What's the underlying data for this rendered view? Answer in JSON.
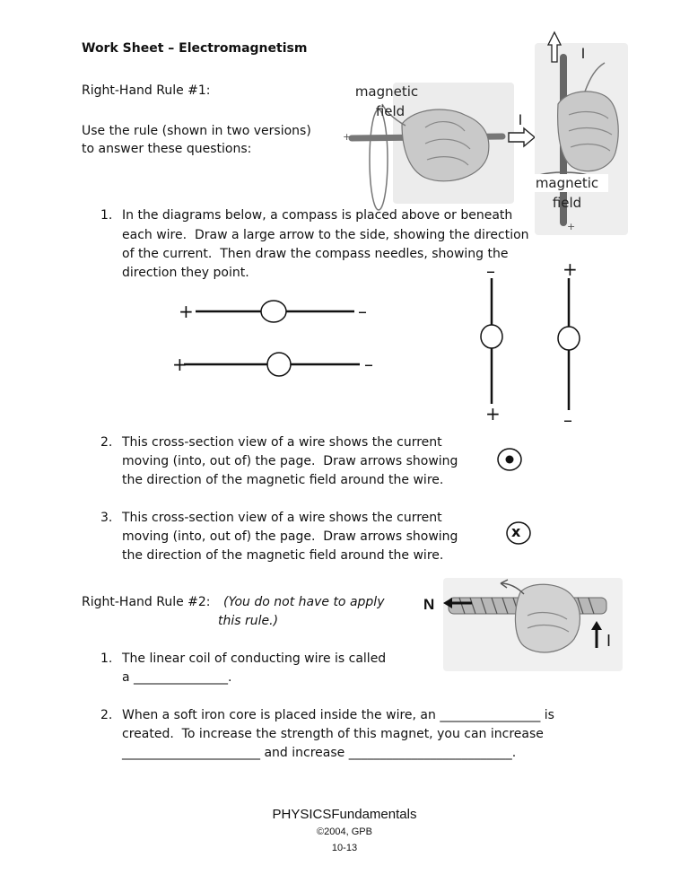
{
  "header": {
    "title": "Work Sheet – Electromagnetism"
  },
  "rule1": {
    "heading": "Right-Hand Rule #1:",
    "intro_line1": "Use the rule (shown in two versions)",
    "intro_line2": "to answer these questions:",
    "figure_horizontal": {
      "field_label_1": "magnetic",
      "field_label_2": "field",
      "current_label": "I",
      "plus": "+"
    },
    "figure_vertical": {
      "current_label": "I",
      "field_label_1": "magnetic",
      "field_label_2": "field",
      "plus": "+"
    },
    "q1": {
      "number": "1.",
      "lines": [
        "In the diagrams below, a compass is placed above or beneath",
        "each wire.  Draw a large arrow to the side, showing the direction",
        "of the current.  Then draw the compass needles, showing the",
        "direction they point."
      ]
    },
    "wires": {
      "h1_left": "+",
      "h1_right": "–",
      "h2_left": "+",
      "h2_right": "–",
      "v1_top": "–",
      "v1_bottom": "+",
      "v2_top": "+",
      "v2_bottom": "–"
    },
    "q2": {
      "number": "2.",
      "lines": [
        "This cross-section view of a wire shows the current",
        "moving (into, out of) the page.  Draw arrows showing",
        "the direction of the magnetic field around the wire."
      ]
    },
    "q3": {
      "number": "3.",
      "lines": [
        "This cross-section view of a wire shows the current",
        "moving (into, out of) the page.  Draw arrows showing",
        "the direction of the magnetic field around the wire."
      ],
      "symbol": "x"
    }
  },
  "rule2": {
    "heading": "Right-Hand Rule #2:",
    "note_line1": "(You do not have to apply",
    "note_line2": "this rule.)",
    "figure": {
      "north_label": "N",
      "current_label": "I"
    },
    "q1": {
      "number": "1.",
      "line1": "The linear coil of conducting wire is called",
      "line2": "a _______________."
    },
    "q2": {
      "number": "2.",
      "line1": "When a soft iron core is placed inside the wire, an ________________ is",
      "line2": "created.  To increase the strength of this magnet, you can increase",
      "line3": "______________________ and increase __________________________."
    }
  },
  "footer": {
    "title": "PHYSICSFundamentals",
    "copyright": "©2004, GPB",
    "page": "10-13"
  }
}
